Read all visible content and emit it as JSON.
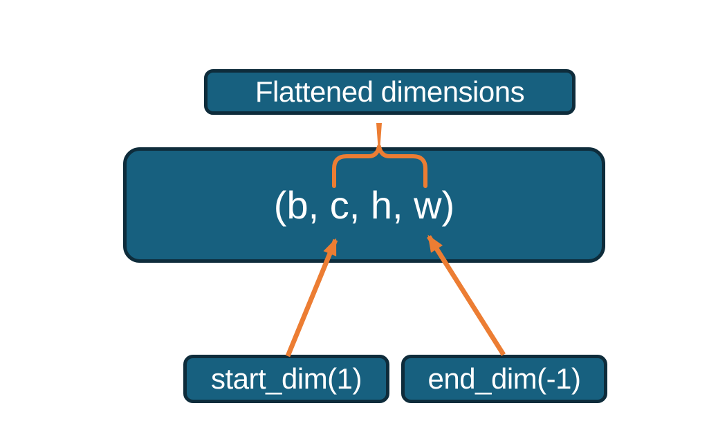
{
  "diagram": {
    "title_box": {
      "label": "Flattened dimensions"
    },
    "tensor_box": {
      "label": "(b, c, h, w)"
    },
    "param_boxes": [
      {
        "label": "start_dim(1)"
      },
      {
        "label": "end_dim(-1)"
      }
    ],
    "connectors": {
      "brace": {
        "from": "title_box",
        "spans": "c, h, w"
      },
      "start_arrow": {
        "from": "start_dim(1)",
        "points_to": "c"
      },
      "end_arrow": {
        "from": "end_dim(-1)",
        "points_to": "w"
      }
    },
    "colors": {
      "box_fill": "#17607F",
      "box_border": "#0E2C3B",
      "accent_orange": "#EC7D33",
      "text": "#FFFFFF",
      "background": "#FFFFFF"
    }
  }
}
